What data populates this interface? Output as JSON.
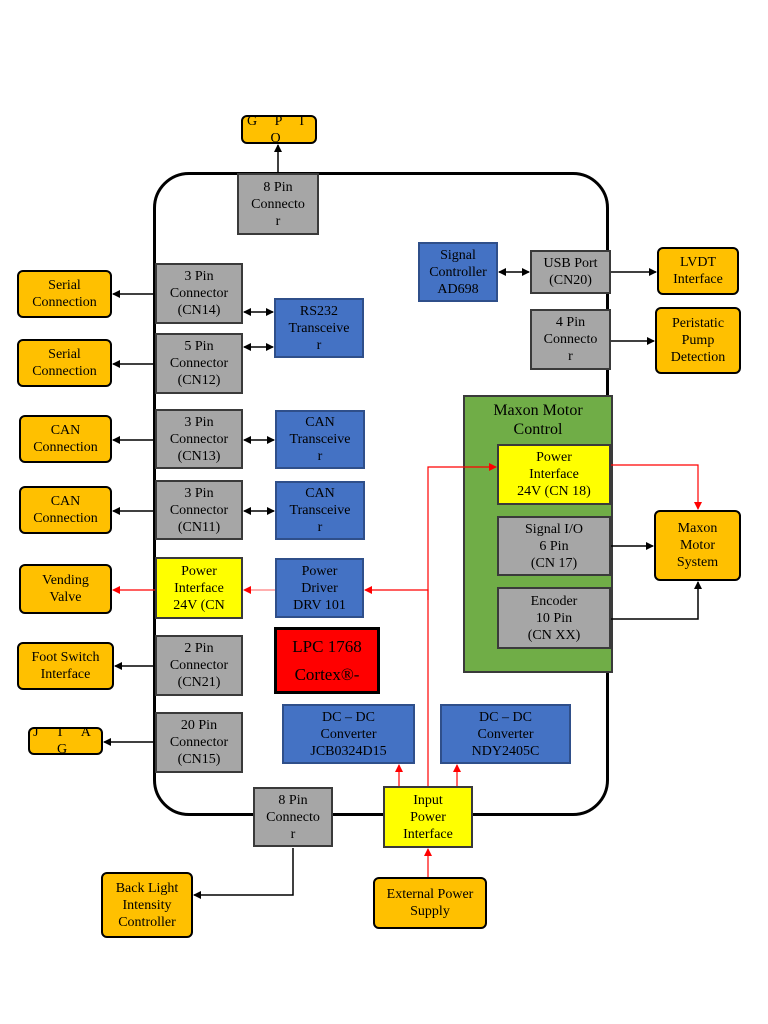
{
  "diagram": {
    "external": {
      "gpio": "G P I O",
      "serial_1": "Serial\nConnection",
      "serial_2": "Serial\nConnection",
      "can_1": "CAN\nConnection",
      "can_2": "CAN\nConnection",
      "vending_valve": "Vending\nValve",
      "foot_switch": "Foot Switch\nInterface",
      "jtag": "J T A G",
      "back_light": "Back Light\nIntensity\nController",
      "external_power": "External Power\nSupply",
      "lvdt": "LVDT\nInterface",
      "peristaltic": "Peristatic\nPump\nDetection",
      "maxon_system": "Maxon\nMotor\nSystem"
    },
    "connectors": {
      "top_8pin": "8 Pin\nConnecto\nr",
      "cn14": "3 Pin\nConnector\n(CN14)",
      "cn12": "5 Pin\nConnector\n(CN12)",
      "cn13": "3 Pin\nConnector\n(CN13)",
      "cn11": "3 Pin\nConnector\n(CN11)",
      "cn21": "2 Pin\nConnector\n(CN21)",
      "cn15": "20 Pin\nConnector\n(CN15)",
      "bottom_8pin": "8 Pin\nConnecto\nr",
      "usb": "USB Port\n(CN20)",
      "pin4": "4 Pin\nConnecto\nr",
      "signal_io": "Signal I/O\n6 Pin\n(CN 17)",
      "encoder": "Encoder\n10 Pin\n(CN XX)"
    },
    "modules": {
      "rs232": "RS232\nTransceive\nr",
      "can_tx_1": "CAN\nTransceive\nr",
      "can_tx_2": "CAN\nTransceive\nr",
      "power_driver": "Power\nDriver\nDRV 101",
      "signal_controller": "Signal\nController\nAD698",
      "dcdc_1": "DC – DC\nConverter\nJCB0324D15",
      "dcdc_2": "DC – DC\nConverter\nNDY2405C"
    },
    "power": {
      "power_iface_left": "Power\nInterface\n24V (CN",
      "power_iface_maxon": "Power\nInterface\n24V (CN 18)",
      "input_power": "Input\nPower\nInterface"
    },
    "mcu": "LPC 1768\nCortex®-",
    "maxon_group": "Maxon Motor\nControl",
    "colors": {
      "external": "#ffc000",
      "connector": "#a6a6a6",
      "module": "#4472c4",
      "power": "#ffff00",
      "mcu": "#ff0000",
      "maxon_group": "#70ad47",
      "power_wire": "#ff0000",
      "signal_wire": "#000000"
    }
  }
}
